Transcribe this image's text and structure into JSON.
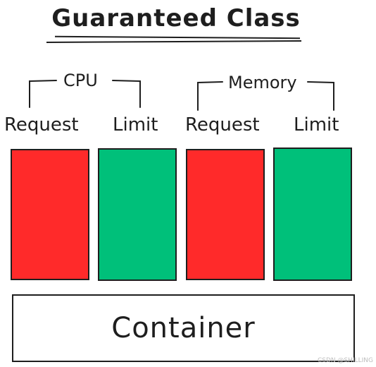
{
  "title": "Guaranteed Class",
  "groups": [
    {
      "label": "CPU",
      "request_label": "Request",
      "limit_label": "Limit"
    },
    {
      "label": "Memory",
      "request_label": "Request",
      "limit_label": "Limit"
    }
  ],
  "colors": {
    "request": "#ff2a2a",
    "limit": "#00c07a",
    "stroke": "#1e1e1e"
  },
  "container_label": "Container",
  "watermark": "CSDN @SHILLING"
}
